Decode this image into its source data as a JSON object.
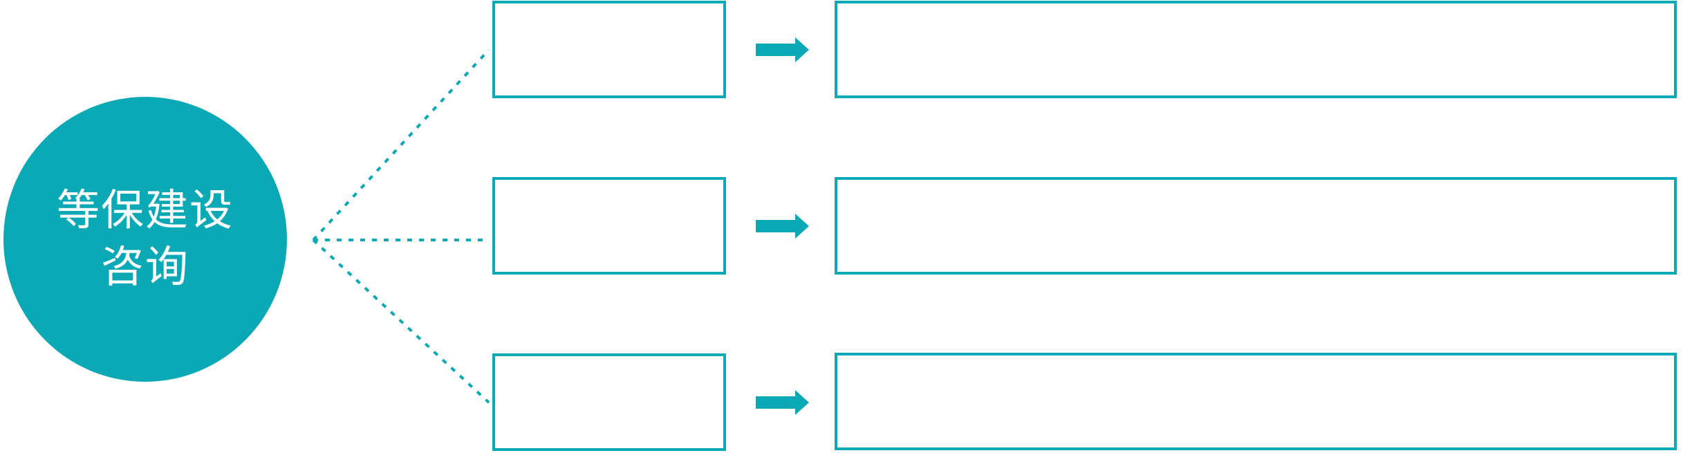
{
  "colors": {
    "accent": "#0ba8b6",
    "node_text": "#ffffff",
    "background": "#ffffff"
  },
  "center_node": {
    "label_line1": "等保建设",
    "label_line2": "咨询"
  },
  "rows": [
    {
      "step_label": "",
      "detail_label": ""
    },
    {
      "step_label": "",
      "detail_label": ""
    },
    {
      "step_label": "",
      "detail_label": ""
    }
  ],
  "icons": {
    "flow_arrow": "arrow-right",
    "connector": "dashed-line"
  }
}
